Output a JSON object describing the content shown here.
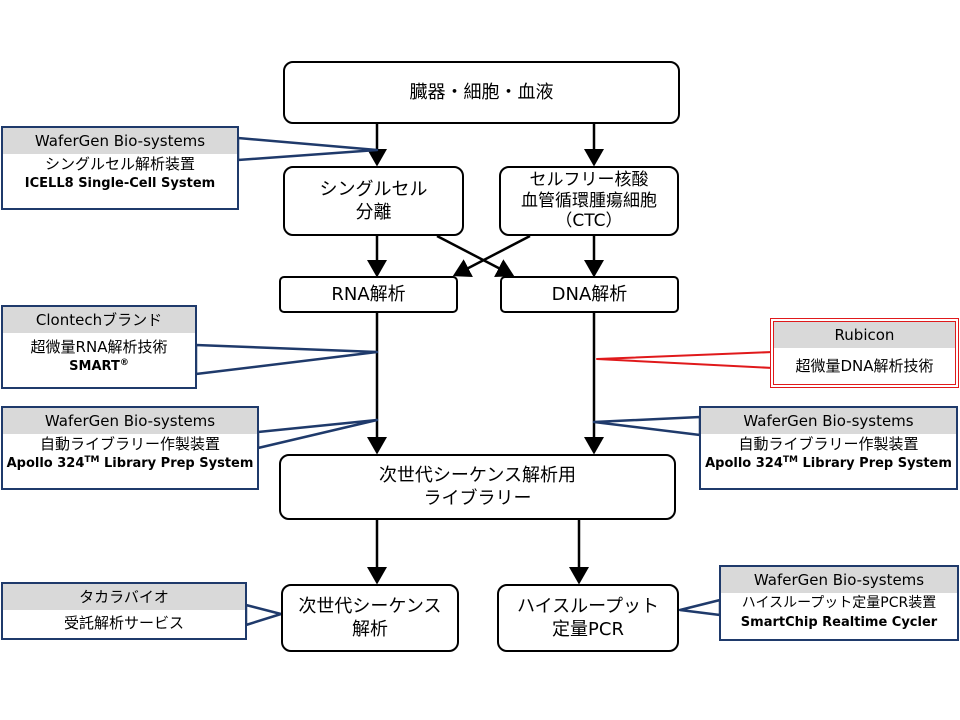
{
  "nodes": {
    "top": "臓器・細胞・血液",
    "single_cell": [
      "シングルセル",
      "分離"
    ],
    "cell_free": [
      "セルフリー核酸",
      "血管循環腫瘍細胞",
      "（CTC）"
    ],
    "rna": "RNA解析",
    "dna": "DNA解析",
    "library": [
      "次世代シーケンス解析用",
      "ライブラリー"
    ],
    "ngs": [
      "次世代シーケンス",
      "解析"
    ],
    "pcr": [
      "ハイスループット",
      "定量PCR"
    ]
  },
  "callouts": {
    "wafergen_icell8": {
      "title": "WaferGen Bio-systems",
      "line1": "シングルセル解析装置",
      "line2": "ICELL8 Single-Cell System"
    },
    "clontech": {
      "title": "Clontechブランド",
      "line1": "超微量RNA解析技術",
      "line2": "SMART",
      "line2_sup": "®"
    },
    "rubicon": {
      "title": "Rubicon",
      "line1": "超微量DNA解析技術"
    },
    "wafergen_apollo_left": {
      "title": "WaferGen Bio-systems",
      "line1": "自動ライブラリー作製装置",
      "line2_a": "Apollo 324",
      "line2_sup": "TM",
      "line2_b": " Library Prep System"
    },
    "wafergen_apollo_right": {
      "title": "WaferGen Bio-systems",
      "line1": "自動ライブラリー作製装置",
      "line2_a": "Apollo 324",
      "line2_sup": "TM",
      "line2_b": " Library Prep System"
    },
    "takara": {
      "title": "タカラバイオ",
      "line1": "受託解析サービス"
    },
    "wafergen_smartchip": {
      "title": "WaferGen Bio-systems",
      "line1": "ハイスループット定量PCR装置",
      "line2": "SmartChip Realtime Cycler"
    }
  },
  "colors": {
    "callout_border": "#1f3a6b",
    "callout_header": "#d9d9d9",
    "rubicon_border": "#e0191b",
    "arrow": "#000000"
  }
}
